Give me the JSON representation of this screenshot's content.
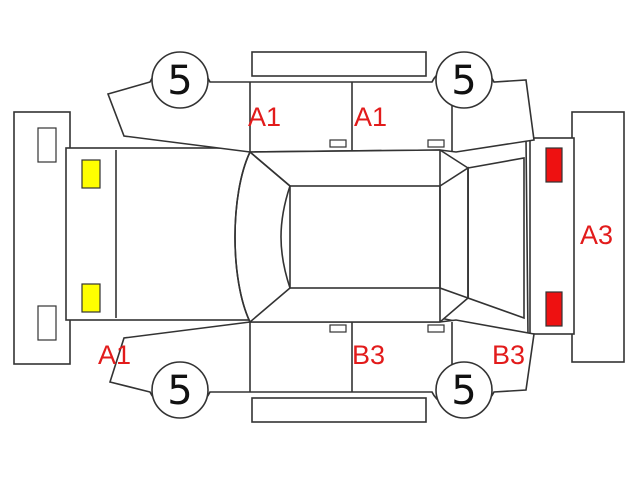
{
  "wheels": {
    "front_left": "5",
    "rear_left": "5",
    "front_right": "5",
    "rear_right": "5"
  },
  "codes": {
    "front_door_left": "A1",
    "rear_door_left": "A1",
    "rear_bumper": "A3",
    "front_fender_right": "A1",
    "rear_door_right": "B3",
    "rear_fender_right": "B3"
  },
  "colors": {
    "damage_code": "#e21b1b",
    "headlight": "#ffff00",
    "taillight": "#ee1111",
    "outline": "#333333"
  }
}
